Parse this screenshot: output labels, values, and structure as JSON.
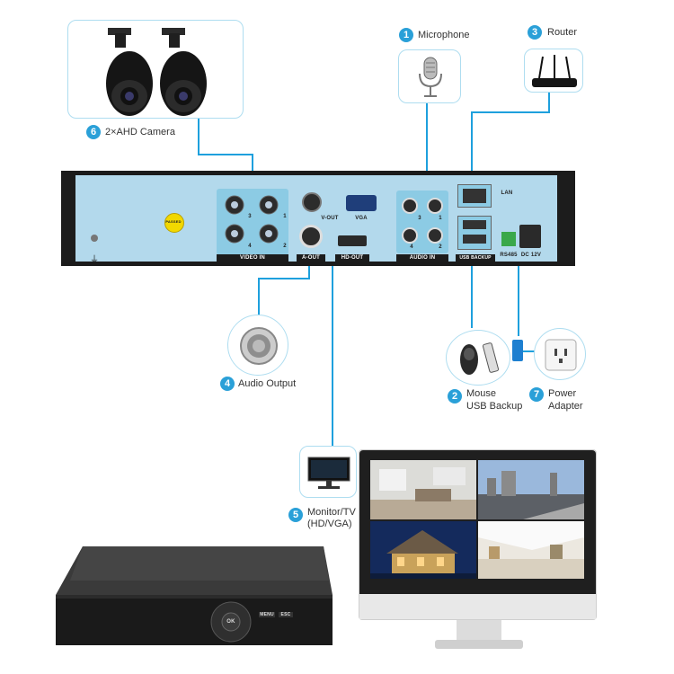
{
  "components": [
    {
      "id": "microphone",
      "number": "1",
      "label": "Microphone"
    },
    {
      "id": "mouse-usb",
      "number": "2",
      "label_line1": "Mouse",
      "label_line2": "USB Backup"
    },
    {
      "id": "router",
      "number": "3",
      "label": "Router"
    },
    {
      "id": "audio-output",
      "number": "4",
      "label": "Audio Output"
    },
    {
      "id": "monitor",
      "number": "5",
      "label_line1": "Monitor/TV",
      "label_line2": "(HD/VGA)"
    },
    {
      "id": "camera",
      "number": "6",
      "label": "2×AHD Camera"
    },
    {
      "id": "power",
      "number": "7",
      "label_line1": "Power",
      "label_line2": "Adapter"
    }
  ],
  "dvr_panel": {
    "video_in": "VIDEO IN",
    "v_out": "V-OUT",
    "vga": "VGA",
    "a_out": "A-OUT",
    "hd_out": "HD-OUT",
    "audio_in": "AUDIO IN",
    "lan": "LAN",
    "usb_backup": "USB BACKUP",
    "rs485": "RS485",
    "dc12v": "DC 12V",
    "passed": "PASSED",
    "port_numbers": [
      "3",
      "1",
      "4",
      "2"
    ]
  },
  "dvr_front": {
    "ok": "OK",
    "menu": "MENU",
    "esc": "ESC"
  },
  "colors": {
    "accent": "#2aa0d8",
    "panel": "#b3d9ec",
    "wire": "#1ea0dd",
    "frame": "#aeddf0"
  }
}
